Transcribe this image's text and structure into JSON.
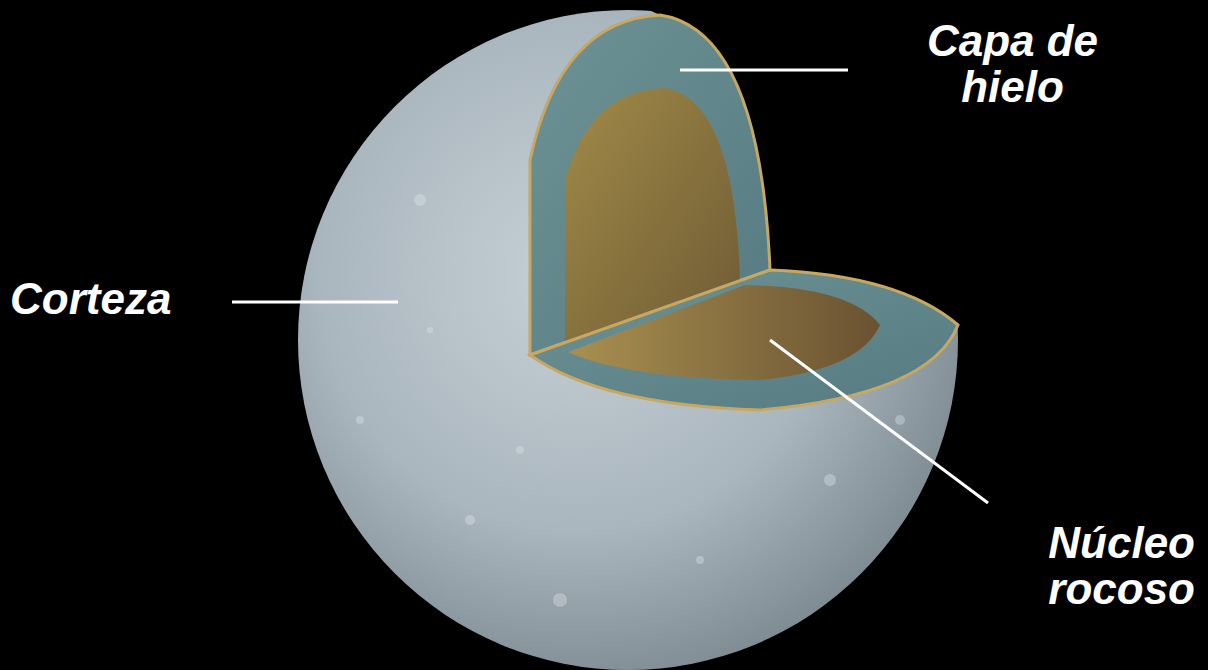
{
  "diagram": {
    "labels": [
      "Capa de hielo",
      "Corteza",
      "Núcleo rocoso"
    ]
  }
}
